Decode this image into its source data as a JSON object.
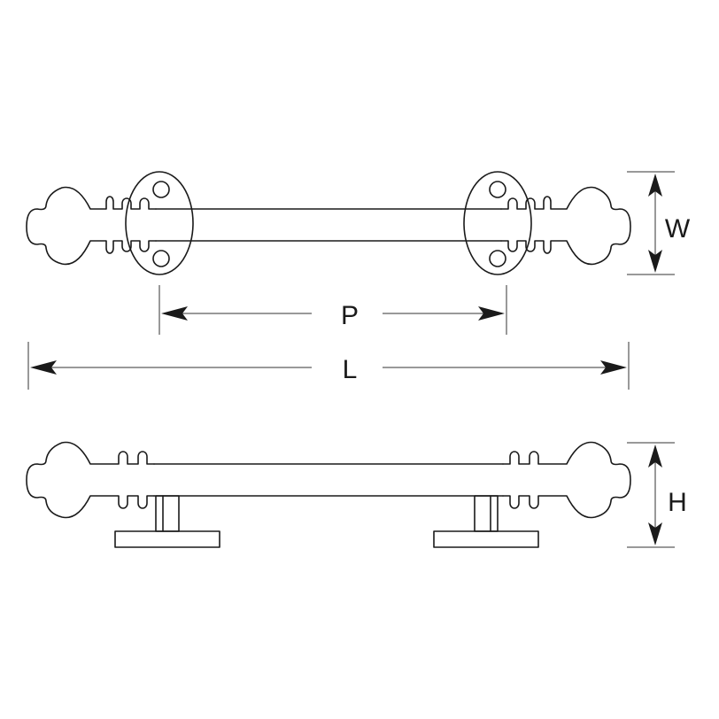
{
  "dimensions": {
    "width_label": "W",
    "pitch_label": "P",
    "length_label": "L",
    "height_label": "H"
  },
  "colors": {
    "line": "#1a1a1a",
    "background": "#ffffff"
  }
}
